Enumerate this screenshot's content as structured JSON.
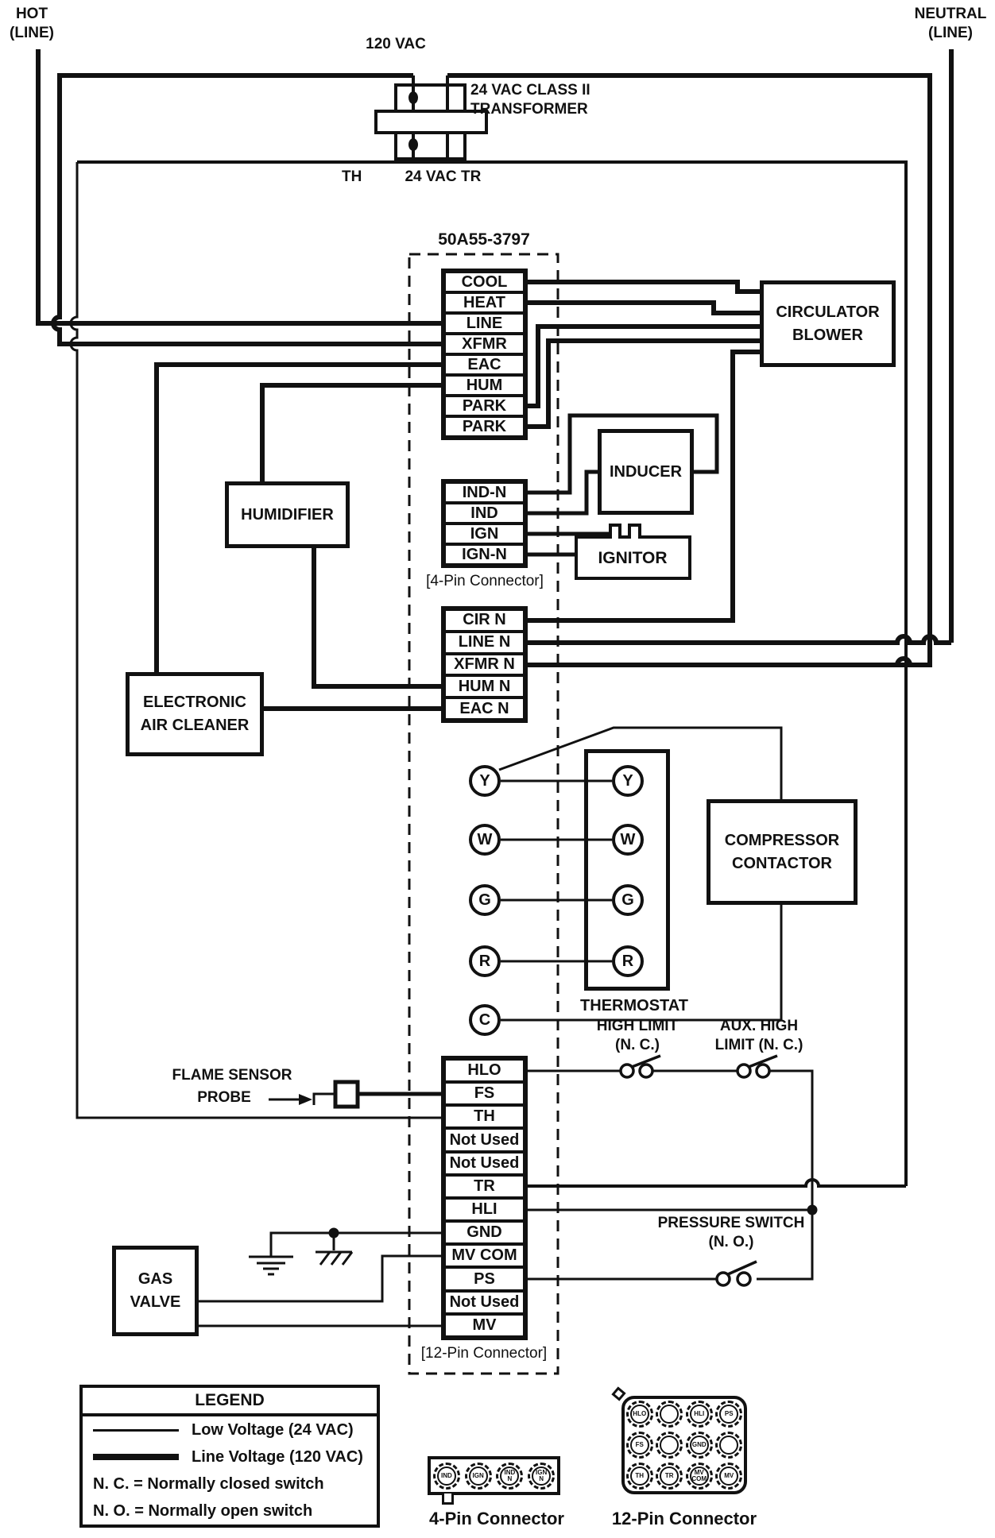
{
  "power": {
    "hot": "HOT",
    "hot_line": "(LINE)",
    "neutral": "NEUTRAL",
    "neutral_line": "(LINE)",
    "vac120": "120 VAC",
    "transformer_l1": "24 VAC CLASS II",
    "transformer_l2": "TRANSFORMER",
    "th": "TH",
    "vac24": "24 VAC",
    "tr": "TR"
  },
  "board": {
    "part_number": "50A55-3797",
    "connector4_note": "[4-Pin Connector]",
    "connector12_note": "[12-Pin Connector]"
  },
  "strips": {
    "main": [
      "COOL",
      "HEAT",
      "LINE",
      "XFMR",
      "EAC",
      "HUM",
      "PARK",
      "PARK"
    ],
    "ignition": [
      "IND-N",
      "IND",
      "IGN",
      "IGN-N"
    ],
    "neutral": [
      "CIR N",
      "LINE N",
      "XFMR N",
      "HUM N",
      "EAC N"
    ],
    "control": [
      "HLO",
      "FS",
      "TH",
      "Not Used",
      "Not Used",
      "TR",
      "HLI",
      "GND",
      "MV COM",
      "PS",
      "Not Used",
      "MV"
    ]
  },
  "components": {
    "circulator_blower": [
      "CIRCULATOR",
      "BLOWER"
    ],
    "inducer": "INDUCER",
    "ignitor": "IGNITOR",
    "humidifier": "HUMIDIFIER",
    "eac": [
      "ELECTRONIC",
      "AIR CLEANER"
    ],
    "compressor": [
      "COMPRESSOR",
      "CONTACTOR"
    ],
    "thermostat": "THERMOSTAT",
    "gas_valve": [
      "GAS",
      "VALVE"
    ],
    "flame_sensor_l1": "FLAME SENSOR",
    "flame_sensor_l2": "PROBE"
  },
  "terminals": {
    "board_thermostat": [
      "Y",
      "W",
      "G",
      "R",
      "C"
    ],
    "thermostat": [
      "Y",
      "W",
      "G",
      "R"
    ]
  },
  "switches": {
    "high_limit_l1": "HIGH LIMIT",
    "high_limit_l2": "(N. C.)",
    "aux_high_limit_l1": "AUX. HIGH",
    "aux_high_limit_l2": "LIMIT (N. C.)",
    "pressure_l1": "PRESSURE SWITCH",
    "pressure_l2": "(N. O.)"
  },
  "legend": {
    "title": "LEGEND",
    "low": "Low Voltage (24 VAC)",
    "line": "Line Voltage (120 VAC)",
    "nc": "N. C. = Normally closed switch",
    "no": "N. O. = Normally open switch"
  },
  "connectors": {
    "four_pin": {
      "label": "4-Pin Connector",
      "pins": [
        "IND",
        "IGN",
        "IND N",
        "IGN N"
      ]
    },
    "twelve_pin": {
      "label": "12-Pin Connector",
      "pins": [
        [
          "HLO",
          "",
          "HLI",
          "PS"
        ],
        [
          "FS",
          "",
          "GND",
          ""
        ],
        [
          "TH",
          "TR",
          "MV COM",
          "MV"
        ]
      ]
    }
  },
  "colors": {
    "ink": "#111111",
    "paper": "#ffffff"
  }
}
